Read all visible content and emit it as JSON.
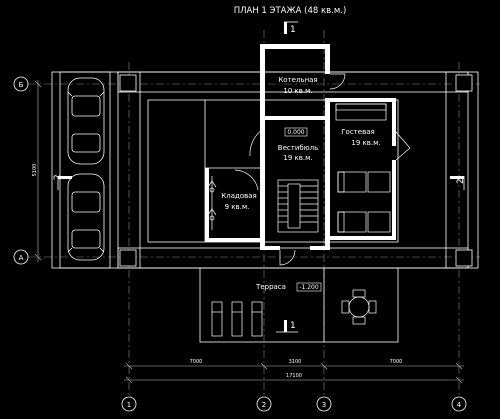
{
  "title": "ПЛАН 1 ЭТАЖА (48 кв.м.)",
  "rooms": {
    "boiler": {
      "name": "Котельная",
      "area": "10 кв.м."
    },
    "guest": {
      "name": "Гостевая",
      "area": "19 кв.м."
    },
    "vestibule": {
      "name": "Вестибюль",
      "area": "19 кв.м."
    },
    "storage": {
      "name": "Кладовая",
      "area": "9 кв.м."
    },
    "terrace": {
      "name": "Терраса",
      "level": "-1.200"
    }
  },
  "levels": {
    "floor": "0.000"
  },
  "axes": {
    "rows": [
      "Б",
      "А"
    ],
    "columns": [
      "1",
      "2",
      "3",
      "4"
    ]
  },
  "dimensions": {
    "bottom_segments": [
      "7000",
      "3100",
      "7000"
    ],
    "bottom_total": "17100",
    "left_height": "5100"
  },
  "section_marks": {
    "one": "1",
    "two": "2"
  },
  "colors": {
    "background": "#000000",
    "line": "#ffffff",
    "wall_fill": "#ffffff",
    "dimension": "#bbbbbb",
    "dash": "#888888"
  }
}
